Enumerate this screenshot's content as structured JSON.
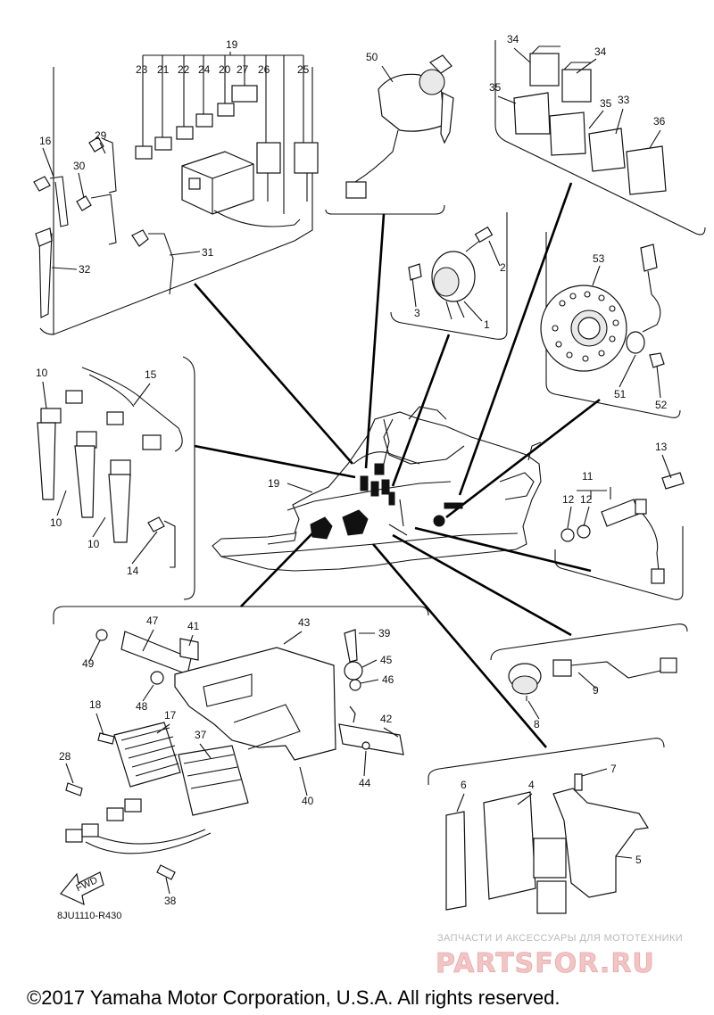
{
  "callouts": {
    "n1": "1",
    "n2": "2",
    "n3": "3",
    "n4": "4",
    "n5": "5",
    "n6": "6",
    "n7": "7",
    "n8": "8",
    "n9": "9",
    "n10a": "10",
    "n10b": "10",
    "n10c": "10",
    "n11": "11",
    "n12a": "12",
    "n12b": "12",
    "n13": "13",
    "n14": "14",
    "n15": "15",
    "n16": "16",
    "n17": "17",
    "n18": "18",
    "n19a": "19",
    "n19b": "19",
    "n20": "20",
    "n21": "21",
    "n22": "22",
    "n23": "23",
    "n24": "24",
    "n25": "25",
    "n26": "26",
    "n27": "27",
    "n28": "28",
    "n29": "29",
    "n30": "30",
    "n31": "31",
    "n32": "32",
    "n33": "33",
    "n34a": "34",
    "n34b": "34",
    "n35a": "35",
    "n35b": "35",
    "n36": "36",
    "n37": "37",
    "n38": "38",
    "n39": "39",
    "n40": "40",
    "n41": "41",
    "n42": "42",
    "n43": "43",
    "n44": "44",
    "n45": "45",
    "n46": "46",
    "n47": "47",
    "n48": "48",
    "n49": "49",
    "n50": "50",
    "n51": "51",
    "n52": "52",
    "n53": "53"
  },
  "fwd_label": "FWD",
  "diagram_ref": "8JU1110-R430",
  "watermark": {
    "tagline": "ЗАПЧАСТИ И АКСЕССУАРЫ ДЛЯ МОТОТЕХНИКИ",
    "brand": "PARTSFOR.RU"
  },
  "copyright": "©2017 Yamaha Motor Corporation, U.S.A. All rights reserved.",
  "colors": {
    "ink": "#111111",
    "watermark_brand": "#e39a9a",
    "watermark_text": "#b9b9b9"
  }
}
